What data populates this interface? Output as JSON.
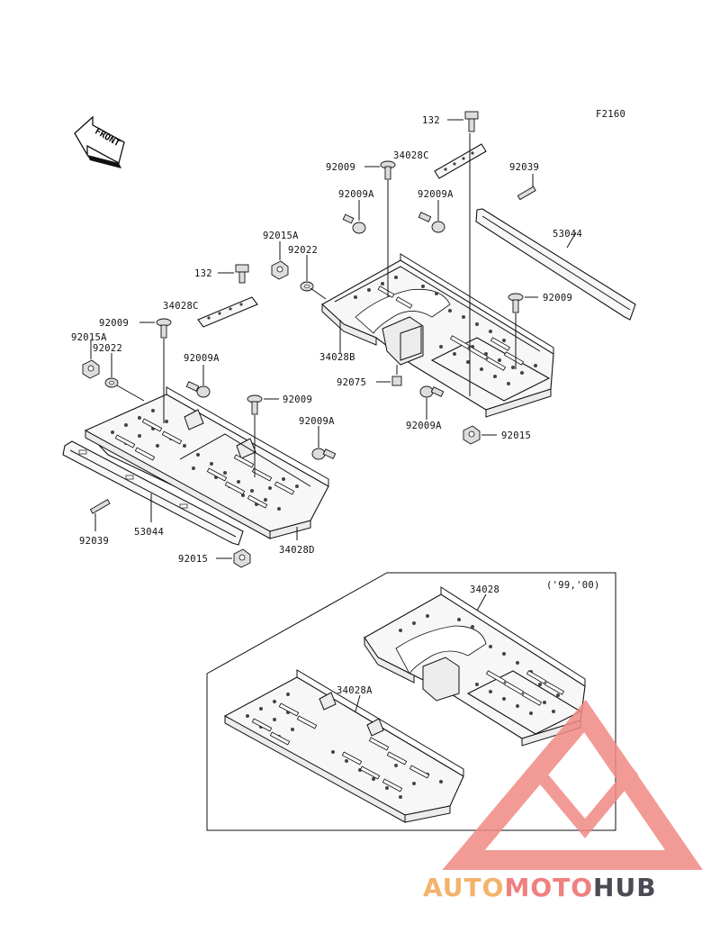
{
  "figure_code": "F2160",
  "front_label": "FRONT",
  "variant_note": "('99,'00)",
  "parts": {
    "bolt_132_top": "132",
    "mat_34028c_top": "34028C",
    "bolt_92009_top": "92009",
    "pin_92039_right": "92039",
    "bolt_92009a_1": "92009A",
    "bolt_92009a_2": "92009A",
    "rail_53044_right": "53044",
    "nut_92015a_upper": "92015A",
    "washer_92022_upper": "92022",
    "bolt_132_left": "132",
    "mat_34028c_left": "34028C",
    "bolt_92009_right": "92009",
    "bolt_92009_left": "92009",
    "nut_92015a_left": "92015A",
    "washer_92022_left": "92022",
    "floor_34028b": "34028B",
    "bolt_92009a_left": "92009A",
    "nut_92075": "92075",
    "bolt_92009_mid": "92009",
    "bolt_92009a_right_low": "92009A",
    "nut_92015_right": "92015",
    "bolt_92009a_mid": "92009A",
    "pin_92039_left": "92039",
    "rail_53044_left": "53044",
    "floor_34028d": "34028D",
    "nut_92015_bottom": "92015",
    "floor_34028": "34028",
    "floor_34028a": "34028A"
  },
  "watermark": {
    "part1": "AUTO",
    "part2": "MOTO",
    "part3": "HUB",
    "color_auto": "#f2b36b",
    "color_moto": "#f07f7f",
    "color_hub": "#4b4b55",
    "logo_color": "#f08a84"
  }
}
